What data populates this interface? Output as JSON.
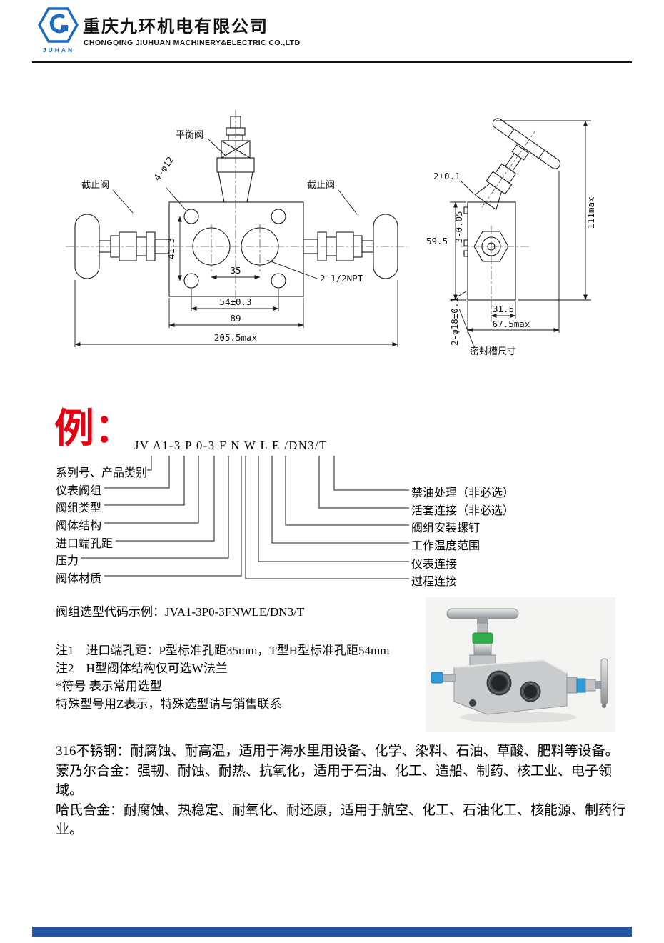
{
  "colors": {
    "accent_red": "#e60012",
    "logo_blue": "#1a6ac0",
    "footer_blue": "#2456a4"
  },
  "header": {
    "logo_text": "JUHAN",
    "company_cn": "重庆九环机电有限公司",
    "company_en": "CHONGQING JIUHUAN MACHINERY&ELECTRIC CO.,LTD"
  },
  "drawing": {
    "front": {
      "balance_valve_label": "平衡阀",
      "stop_valve_left_label": "截止阀",
      "stop_valve_right_label": "截止阀",
      "holes_label": "4-φ12",
      "npt_label": "2-1/2NPT",
      "dim_vertical": "41.3",
      "dim_port_spacing": "35",
      "dim_hole_spacing": "54±0.3",
      "dim_body_width": "89",
      "dim_overall_width": "205.5max"
    },
    "side": {
      "dim_groove": "2±0.1",
      "dim_step": "3-0.05",
      "dim_body_height": "59.5",
      "dim_overall_height": "111max",
      "dim_half_width": "31.5",
      "dim_overall_width": "67.5max",
      "dim_seal_holes": "2-φ18±0.1",
      "seal_groove_label": "密封槽尺寸"
    }
  },
  "example": {
    "prefix": "例：",
    "code": "JV A1-3 P 0-3 F N W L E /DN3/T",
    "left_labels": [
      "系列号、产品类别",
      "仪表阀组",
      "阀组类型",
      "阀体结构",
      "进口端孔距",
      "压力",
      "阀体材质"
    ],
    "right_labels": [
      "禁油处理（非必选）",
      "活套连接（非必选）",
      "阀组安装螺钉",
      "工作温度范围",
      "仪表连接",
      "过程连接"
    ]
  },
  "notes": {
    "code_example": "阀组选型代码示例：JVA1-3P0-3FNWLE/DN3/T",
    "note1": "注1　进口端孔距：P型标准孔距35mm，T型H型标准孔距54mm",
    "note2": "注2　H型阀体结构仅可选W法兰",
    "note3": "*符号 表示常用选型",
    "note4": "特殊型号用Z表示，特殊选型请与销售联系"
  },
  "materials": {
    "paragraphs": [
      "316不锈钢：耐腐蚀、耐高温，适用于海水里用设备、化学、染料、石油、草酸、肥料等设备。",
      "蒙乃尔合金：强韧、耐蚀、耐热、抗氧化，适用于石油、化工、造船、制药、核工业、电子领域。",
      "哈氏合金：耐腐蚀、热稳定、耐氧化、耐还原，适用于航空、化工、石油化工、核能源、制药行业。"
    ]
  }
}
